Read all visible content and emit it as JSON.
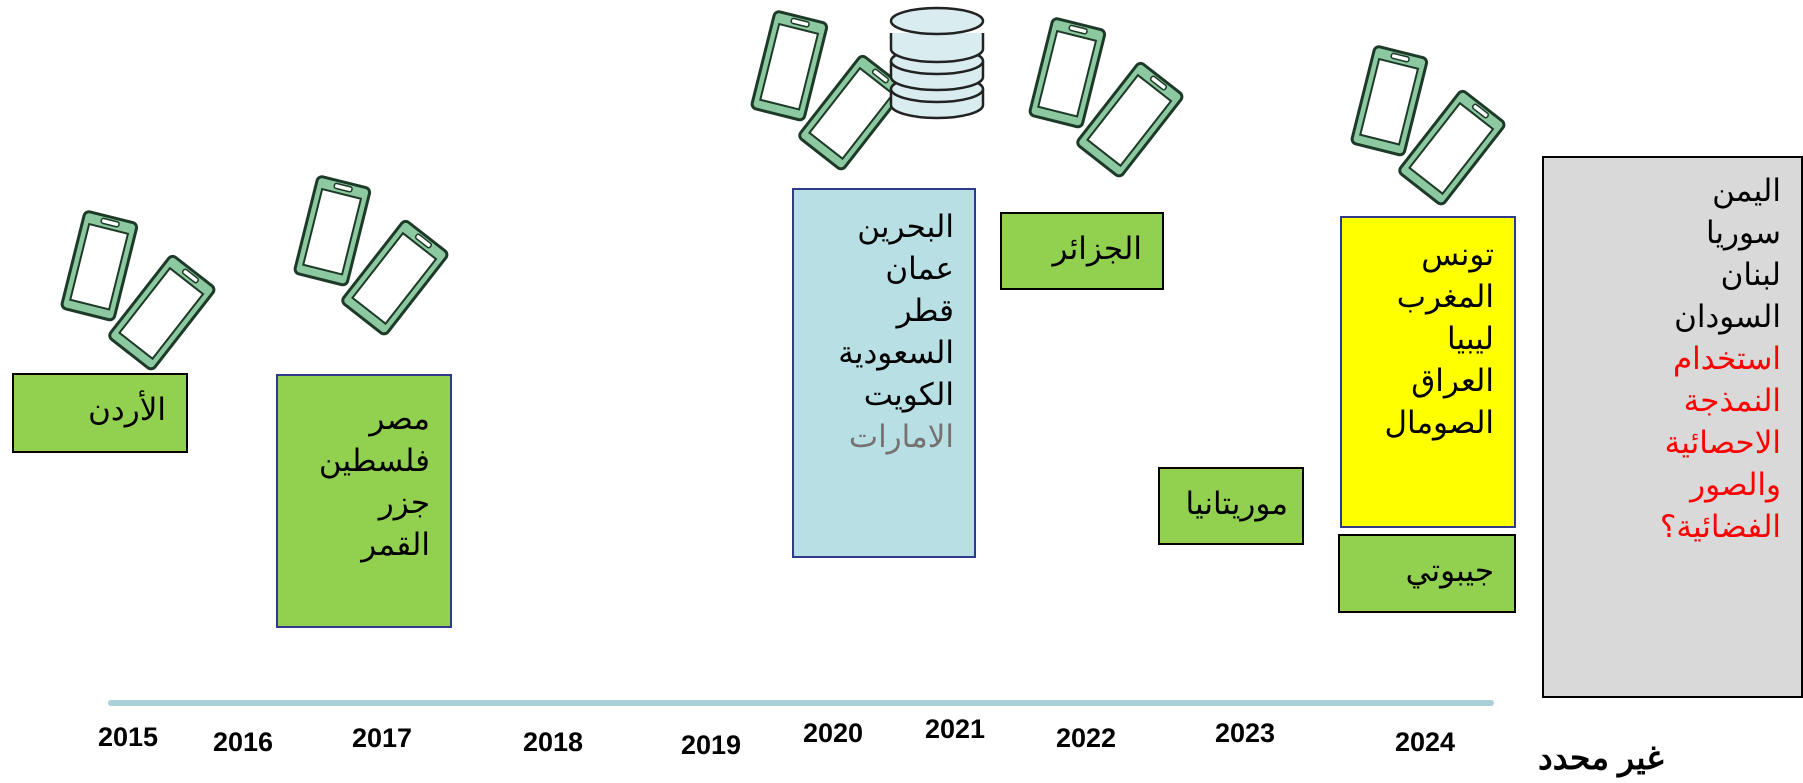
{
  "timeline": {
    "years": [
      "2015",
      "2016",
      "2017",
      "2018",
      "2019",
      "2020",
      "2021",
      "2022",
      "2023",
      "2024"
    ],
    "undetermined_label": "غير محدد"
  },
  "boxes": {
    "jordan": [
      "الأردن"
    ],
    "y2017": [
      "مصر",
      "فلسطين",
      "جزر",
      "القمر"
    ],
    "gulf": [
      "البحرين",
      "عمان",
      "قطر",
      "السعودية",
      "الكويت"
    ],
    "gulf_faded": "الامارات",
    "algeria": [
      "الجزائر"
    ],
    "mauritania": [
      "موريتانيا"
    ],
    "y2024": [
      "تونس",
      "المغرب",
      "ليبيا",
      "العراق",
      "الصومال"
    ],
    "djibouti": [
      "جيبوتي"
    ],
    "undetermined": [
      "اليمن",
      "سوريا",
      "لبنان",
      "السودان"
    ],
    "undetermined_question": [
      "استخدام",
      "النمذجة",
      "الاحصائية",
      "والصور",
      "الفضائية؟"
    ]
  },
  "colors": {
    "green": "#92d050",
    "blue": "#b7dfe4",
    "yellow": "#ffff00",
    "grey": "#d9d9d9",
    "red": "#ff0000",
    "phone": "#8cc9a0"
  },
  "icons": [
    "phones-icon",
    "database-icon"
  ]
}
